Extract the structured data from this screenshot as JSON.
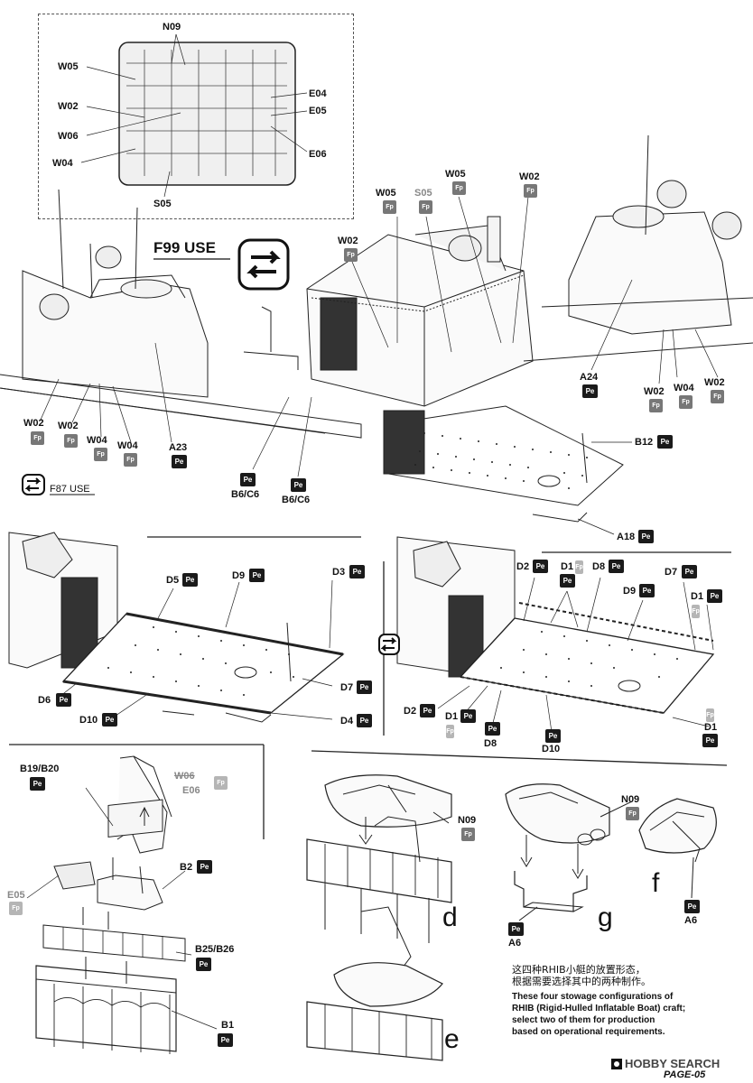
{
  "callouts": {
    "sprue_n09": "N09",
    "sprue_w05": "W05",
    "sprue_w02": "W02",
    "sprue_w06": "W06",
    "sprue_w04": "W04",
    "sprue_e04": "E04",
    "sprue_e05": "E05",
    "sprue_e06": "E06",
    "sprue_s05": "S05",
    "f99_use": "F99  USE",
    "f87_use": "F87  USE",
    "top_w02_a": "W02",
    "top_w05": "W05",
    "top_s05": "S05",
    "top_w05_b": "W05",
    "top_w02_b": "W02",
    "left_w02_1": "W02",
    "left_w02_2": "W02",
    "left_w04_1": "W04",
    "left_w04_2": "W04",
    "a23": "A23",
    "b6c6_1": "B6/C6",
    "b6c6_2": "B6/C6",
    "a24": "A24",
    "right_w02_1": "W02",
    "right_w04": "W04",
    "right_w02_2": "W02",
    "b12": "B12",
    "a18": "A18",
    "d5": "D5",
    "d9": "D9",
    "d3": "D3",
    "d6": "D6",
    "d10": "D10",
    "d7": "D7",
    "d4": "D4",
    "r_d2": "D2",
    "r_d1": "D1",
    "r_d8": "D8",
    "r_d7": "D7",
    "r_d9": "D9",
    "r_d1b": "D1",
    "r_d2b": "D2",
    "r_d1c": "D1",
    "r_d8b": "D8",
    "r_d10": "D10",
    "r_d1d": "D1",
    "b19b20": "B19/B20",
    "w06_gray": "W06",
    "e06_gray": "E06",
    "b2": "B2",
    "e05_gray": "E05",
    "b25b26": "B25/B26",
    "b1": "B1",
    "n09_d": "N09",
    "n09_g": "N09",
    "a6_g": "A6",
    "a6_f": "A6"
  },
  "badges": {
    "pe": "Pe",
    "fp": "Fp"
  },
  "steps": {
    "d": "d",
    "e": "e",
    "f": "f",
    "g": "g"
  },
  "note": {
    "cn_line1": "这四种RHIB小艇的放置形态，",
    "cn_line2": "根据需要选择其中的两种制作。",
    "en_line1": "These four stowage configurations of",
    "en_line2": "RHIB (Rigid-Hulled Inflatable Boat) craft;",
    "en_line3": "select two of them for production",
    "en_line4": "based on operational requirements."
  },
  "footer": {
    "brand": "HOBBY SEARCH",
    "page": "PAGE-05"
  }
}
